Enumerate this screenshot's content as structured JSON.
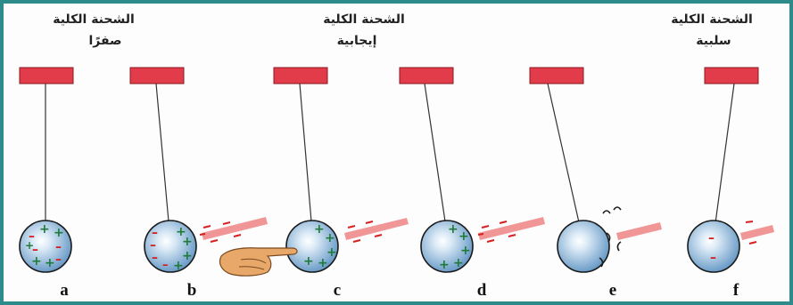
{
  "labels": {
    "a_line1": "الشحنة الكلية",
    "a_line2": "صفرًا",
    "c_line1": "الشحنة الكلية",
    "c_line2": "إيجابية",
    "f_line1": "الشحنة الكلية",
    "f_line2": "سلبية"
  },
  "captions": [
    "a",
    "b",
    "c",
    "d",
    "e",
    "f"
  ],
  "colors": {
    "frame": "#2e8b8b",
    "mount": "#e23b4a",
    "rod": "#f19696",
    "sphere": "#8ab8dc",
    "plus": "#1f7a3a",
    "minus": "#d42020"
  }
}
